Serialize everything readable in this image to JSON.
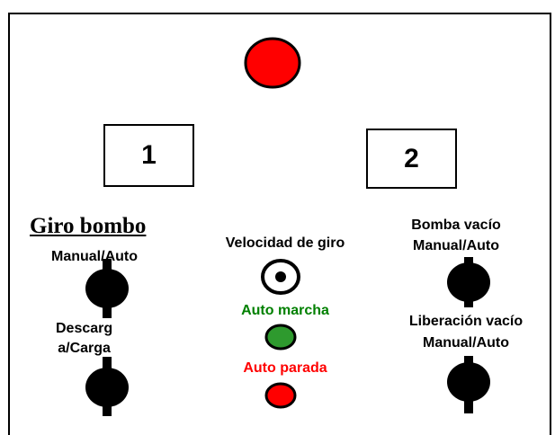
{
  "panel": {
    "box_1": "1",
    "box_2": "2",
    "left_title": "Giro bombo",
    "left_switch_top_label": "Manual/Auto",
    "left_switch_bottom_label_line1": "Descarg",
    "left_switch_bottom_label_line2": "a/Carga",
    "center_selector_label": "Velocidad de giro",
    "auto_marcha_label": "Auto marcha",
    "auto_parada_label": "Auto parada",
    "right_switch_top_label_line1": "Bomba vacío",
    "right_switch_top_label_line2": "Manual/Auto",
    "right_switch_bottom_label_line1": "Liberación vacío",
    "right_switch_bottom_label_line2": "Manual/Auto"
  },
  "colors": {
    "emergency_button": "#ff0000",
    "auto_marcha_text": "#008000",
    "auto_marcha_light": "#2e9a2e",
    "auto_parada_text": "#ff0000",
    "auto_parada_light": "#ff0000"
  },
  "icons": {
    "emergency": "red-round-button",
    "switches": "black-selector-knob",
    "speed_selector": "rotary-selector-icon"
  }
}
